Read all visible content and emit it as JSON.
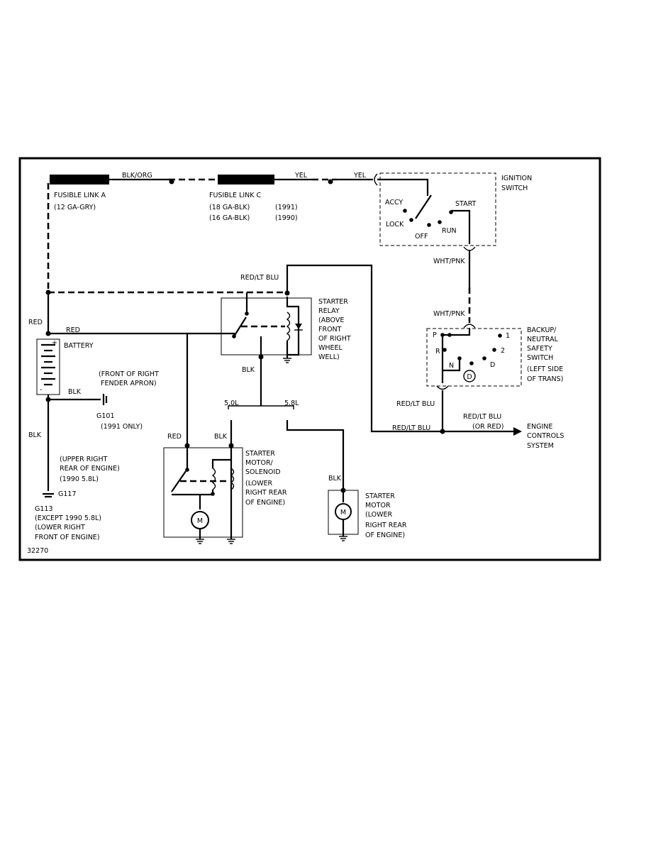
{
  "diagram_id": "32270",
  "wire_colors": {
    "blk_org": "BLK/ORG",
    "yel_1": "YEL",
    "yel_2": "YEL",
    "red_lt_blu_relay": "RED/LT BLU",
    "wht_pnk_top": "WHT/PNK",
    "wht_pnk_bottom": "WHT/PNK",
    "red_battery": "RED",
    "red_batt_relay": "RED",
    "blk_relay": "BLK",
    "blk_g101": "BLK",
    "blk_ground": "BLK",
    "red_solenoid": "RED",
    "blk_solenoid": "BLK",
    "blk_motor": "BLK",
    "red_lt_blu_nss": "RED/LT BLU",
    "red_lt_blu_ecs": "RED/LT BLU",
    "red_lt_blu_main": "RED/LT BLU",
    "or_red": "(OR RED)"
  },
  "engine_options": {
    "v50": "5.0L",
    "v58": "5.8L"
  },
  "components": {
    "fusible_link_a": {
      "name": "FUSIBLE LINK A",
      "gauge": "(12 GA-GRY)"
    },
    "fusible_link_c": {
      "name": "FUSIBLE LINK C",
      "gauge_1": "(18 GA-BLK)",
      "year_1": "(1991)",
      "gauge_2": "(16 GA-BLK)",
      "year_2": "(1990)"
    },
    "ignition_switch": {
      "label_1": "IGNITION",
      "label_2": "SWITCH",
      "accy": "ACCY",
      "lock": "LOCK",
      "off": "OFF",
      "run": "RUN",
      "start": "START"
    },
    "starter_relay": {
      "lines": [
        "STARTER",
        "RELAY",
        "(ABOVE",
        "FRONT",
        "OF RIGHT",
        "WHEEL",
        "WELL)"
      ]
    },
    "battery": {
      "label": "BATTERY",
      "plus": "+",
      "minus": "-"
    },
    "g101": {
      "location_1": "(FRONT OF RIGHT",
      "location_2": "FENDER APRON)",
      "id": "G101",
      "note": "(1991 ONLY)"
    },
    "g117": {
      "location_1": "(UPPER RIGHT",
      "location_2": "REAR OF ENGINE)",
      "note": "(1990 5.8L)",
      "id": "G117"
    },
    "g113": {
      "id": "G113",
      "note": "(EXCEPT 1990 5.8L)",
      "location_1": "(LOWER RIGHT",
      "location_2": "FRONT OF ENGINE)"
    },
    "starter_solenoid": {
      "lines": [
        "STARTER",
        "MOTOR/",
        "SOLENOID",
        "(LOWER",
        "RIGHT REAR",
        "OF ENGINE)"
      ],
      "motor_symbol": "M"
    },
    "starter_motor": {
      "lines": [
        "STARTER",
        "MOTOR",
        "(LOWER",
        "RIGHT REAR",
        "OF ENGINE)"
      ],
      "motor_symbol": "M"
    },
    "nss_switch": {
      "lines": [
        "BACKUP/",
        "NEUTRAL",
        "SAFETY",
        "SWITCH",
        "(LEFT SIDE",
        "OF TRANS)"
      ],
      "p": "P",
      "r": "R",
      "n": "N",
      "d": "D",
      "d_circle": "D",
      "one": "1",
      "two": "2"
    },
    "engine_controls": {
      "lines": [
        "ENGINE",
        "CONTROLS",
        "SYSTEM"
      ]
    }
  }
}
